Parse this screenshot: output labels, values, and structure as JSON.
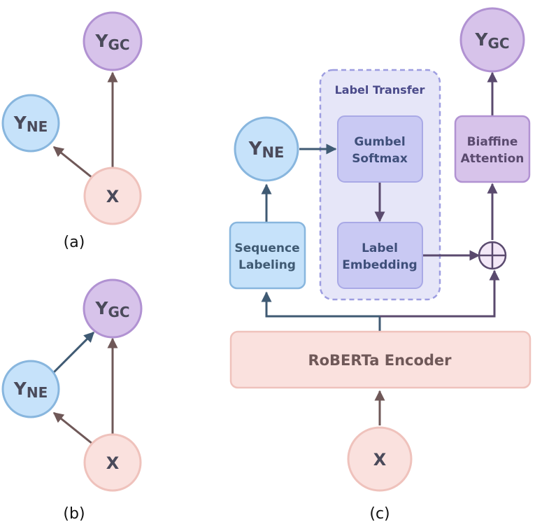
{
  "diagram": {
    "panel_a": {
      "caption": "(a)",
      "nodes": {
        "ygc": {
          "main": "Y",
          "sub": "GC"
        },
        "yne": {
          "main": "Y",
          "sub": "NE"
        },
        "x": "X"
      }
    },
    "panel_b": {
      "caption": "(b)",
      "nodes": {
        "ygc": {
          "main": "Y",
          "sub": "GC"
        },
        "yne": {
          "main": "Y",
          "sub": "NE"
        },
        "x": "X"
      }
    },
    "panel_c": {
      "caption": "(c)",
      "nodes": {
        "ygc": {
          "main": "Y",
          "sub": "GC"
        },
        "yne": {
          "main": "Y",
          "sub": "NE"
        },
        "x": "X"
      },
      "label_transfer_title": "Label Transfer",
      "gumbel_softmax": [
        "Gumbel",
        "Softmax"
      ],
      "label_embedding": [
        "Label",
        "Embedding"
      ],
      "sequence_labeling": [
        "Sequence",
        "Labeling"
      ],
      "biaffine_attention": [
        "Biaffine",
        "Attention"
      ],
      "encoder": "RoBERTa Encoder"
    }
  },
  "colors": {
    "purple_fill": "#d7c3ea",
    "purple_stroke": "#b192d2",
    "blue_fill": "#c6e2fa",
    "blue_stroke": "#88b6de",
    "pink_fill": "#fae1de",
    "pink_stroke": "#efc2bc",
    "lavender_fill": "#c9c9f3",
    "lavender_stroke": "#a9a9e6",
    "group_fill": "#e6e6f8",
    "group_stroke": "#9d9de0",
    "arrow_brown": "#6f5858",
    "arrow_blue": "#3f5a73",
    "arrow_purple": "#5a4a6e"
  }
}
